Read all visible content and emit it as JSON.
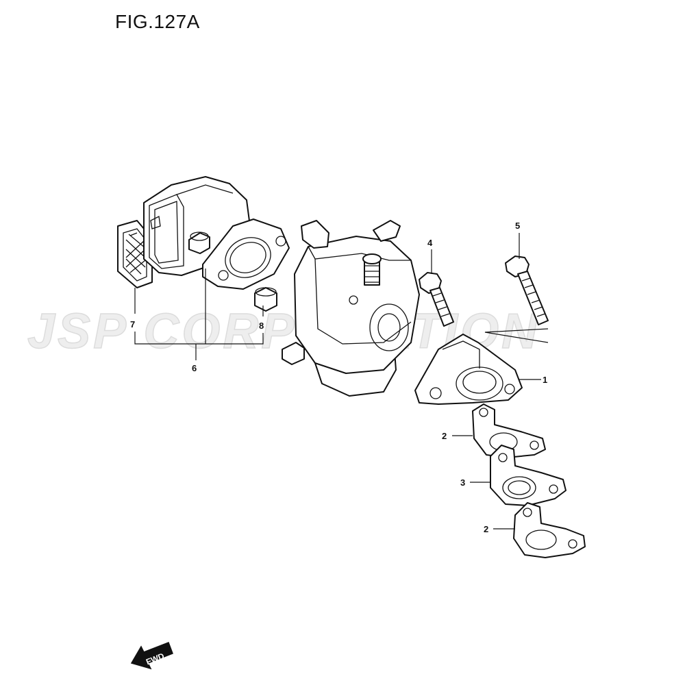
{
  "figure": {
    "title": "FIG.127A"
  },
  "watermark": {
    "text": "JSP CORPORATION"
  },
  "direction_badge": {
    "text": "FWD"
  },
  "callouts": [
    {
      "id": "1",
      "label": "1"
    },
    {
      "id": "2a",
      "label": "2"
    },
    {
      "id": "3",
      "label": "3"
    },
    {
      "id": "2b",
      "label": "2"
    },
    {
      "id": "4",
      "label": "4"
    },
    {
      "id": "5",
      "label": "5"
    },
    {
      "id": "6",
      "label": "6"
    },
    {
      "id": "7",
      "label": "7"
    },
    {
      "id": "8",
      "label": "8"
    }
  ]
}
